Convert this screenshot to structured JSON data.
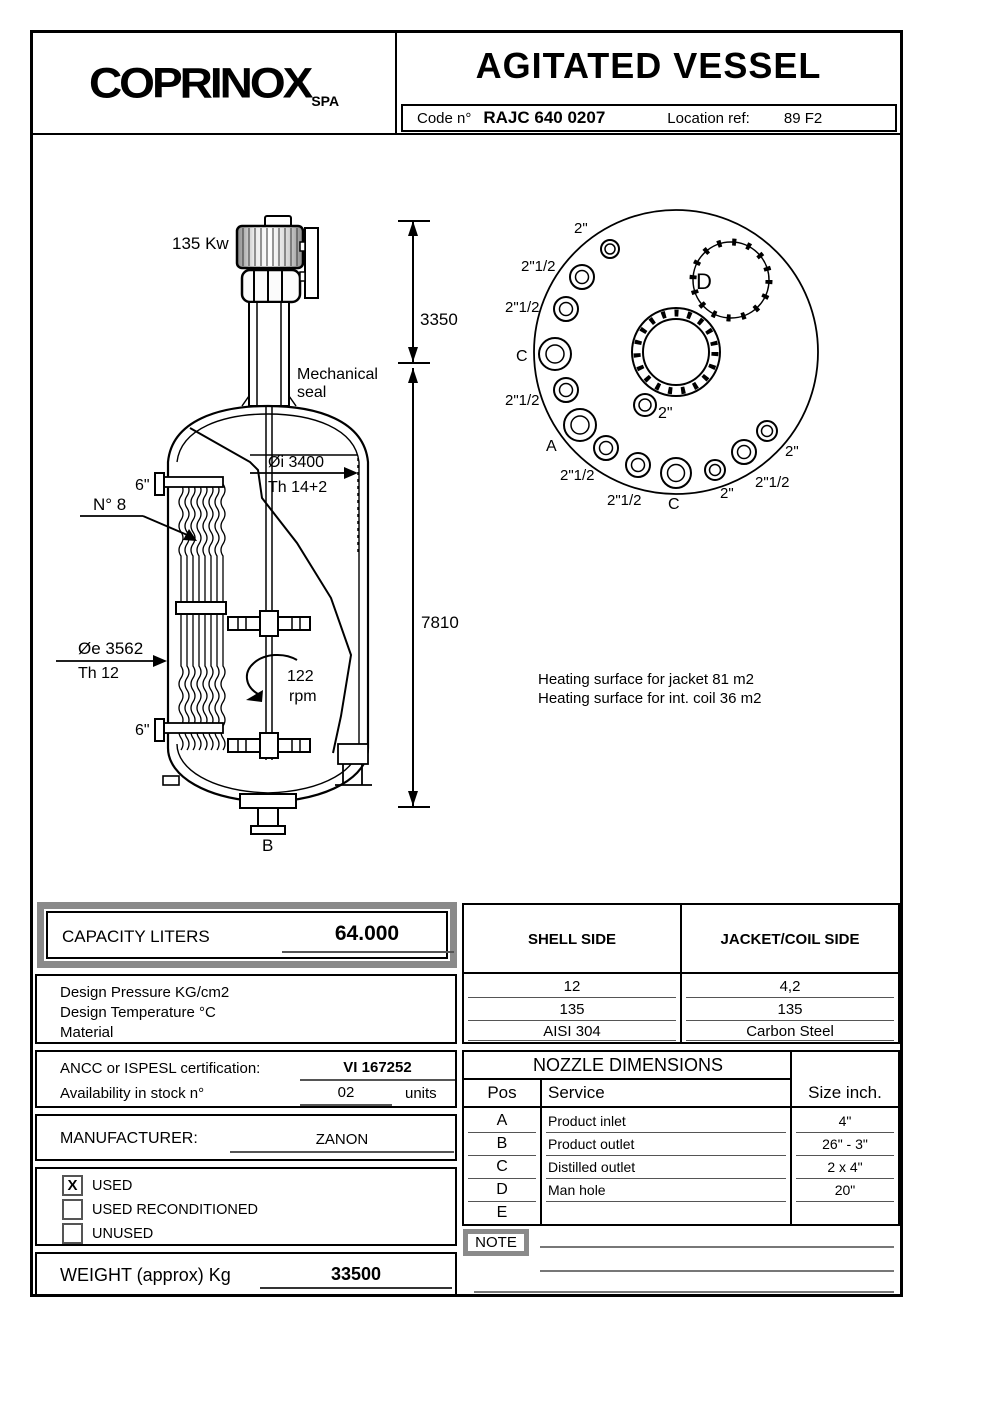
{
  "header": {
    "logo": "COPRINOX",
    "logo_suffix": "SPA",
    "title": "AGITATED VESSEL",
    "code_label": "Code  n°",
    "code_value": "RAJC 640 0207",
    "location_label": "Location ref:",
    "location_value": "89 F2"
  },
  "drawing": {
    "power": "135 Kw",
    "mech_seal_line1": "Mechanical",
    "mech_seal_line2": "seal",
    "dim_upper": "3350",
    "dim_lower": "7810",
    "coil_count": "N° 8",
    "nozzle_top": "6\"",
    "nozzle_bottom": "6\"",
    "inner_diameter": "Øi 3400",
    "inner_thickness": "Th 14+2",
    "outer_diameter": "Øe 3562",
    "outer_thickness": "Th 12",
    "rpm_value": "122",
    "rpm_unit": "rpm",
    "bottom_outlet": "B",
    "heating_line1": "Heating surface for jacket 81 m2",
    "heating_line2": "Heating surface for int. coil 36 m2",
    "topview": {
      "manhole": "D",
      "center_nozzle": "2\"",
      "rim_labels": [
        "2\"",
        "2\"1/2",
        "2\"1/2",
        "C",
        "2\"1/2",
        "A",
        "2\"1/2",
        "2\"1/2",
        "C",
        "2\"",
        "2\"1/2",
        "2\""
      ]
    }
  },
  "capacity": {
    "label": "CAPACITY LITERS",
    "value": "64.000"
  },
  "design": {
    "rows": [
      "Design  Pressure  KG/cm2",
      "Design  Temperature   °C",
      "Material"
    ]
  },
  "sides_table": {
    "col_shell": "SHELL SIDE",
    "col_jacket": "JACKET/COIL SIDE",
    "rows": [
      {
        "shell": "12",
        "jacket": "4,2"
      },
      {
        "shell": "135",
        "jacket": "135"
      },
      {
        "shell": "AISI  304",
        "jacket": "Carbon Steel"
      }
    ]
  },
  "certification": {
    "label": "ANCC  or  ISPESL certification:",
    "value": "VI 167252",
    "stock_label": "Availability in stock n°",
    "stock_value": "02",
    "stock_unit": "units"
  },
  "manufacturer": {
    "label": "MANUFACTURER:",
    "value": "ZANON"
  },
  "condition": {
    "options": [
      {
        "mark": "X",
        "label": "USED"
      },
      {
        "mark": "",
        "label": "USED RECONDITIONED"
      },
      {
        "mark": "",
        "label": "UNUSED"
      }
    ]
  },
  "weight": {
    "label": "WEIGHT (approx) Kg",
    "value": "33500"
  },
  "nozzle_table": {
    "title": "NOZZLE  DIMENSIONS",
    "headers": [
      "Pos",
      "Service",
      "Size inch."
    ],
    "rows": [
      [
        "A",
        "Product inlet",
        "4\""
      ],
      [
        "B",
        "Product outlet",
        "26\" - 3\""
      ],
      [
        "C",
        "Distilled outlet",
        "2 x 4\""
      ],
      [
        "D",
        "Man hole",
        "20\""
      ],
      [
        "E",
        "",
        ""
      ]
    ]
  },
  "note": {
    "label": "NOTE"
  }
}
